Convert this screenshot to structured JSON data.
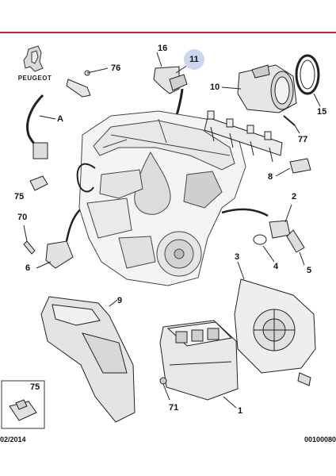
{
  "brand": {
    "name": "PEUGEOT"
  },
  "callouts": {
    "c16": "16",
    "c11": "11",
    "c76": "76",
    "c10": "10",
    "c15": "15",
    "cA": "A",
    "c77": "77",
    "c8": "8",
    "c75a": "75",
    "c2": "2",
    "c70": "70",
    "c4": "4",
    "c6": "6",
    "c5": "5",
    "c3": "3",
    "c9": "9",
    "c75b": "75",
    "c71": "71",
    "c1": "1"
  },
  "footer": {
    "date": "02/2014",
    "code": "00100080"
  },
  "colors": {
    "rule": "#c0272d",
    "highlight": "#c9d7f1"
  }
}
